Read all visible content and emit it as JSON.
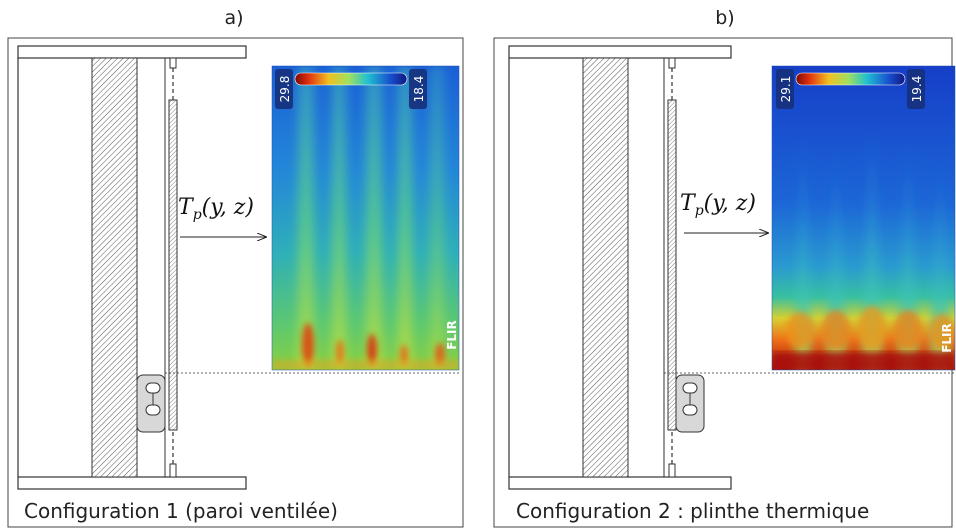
{
  "panels": [
    {
      "letter": "a)",
      "caption": "Configuration 1 (paroi ventilée)",
      "annotation": {
        "symbol": "T",
        "subscript": "p",
        "args": "(y, z)"
      },
      "colorbar": {
        "max": "29.8",
        "min": "18.4"
      },
      "brand": "FLIR",
      "thermal_pattern": "streaks-hot-bottom-spots"
    },
    {
      "letter": "b)",
      "caption": "Configuration 2 : plinthe thermique",
      "annotation": {
        "symbol": "T",
        "subscript": "p",
        "args": "(y, z)"
      },
      "colorbar": {
        "max": "29.1",
        "min": "19.4"
      },
      "brand": "FLIR",
      "thermal_pattern": "plumes-hot-bottom-band"
    }
  ],
  "colors": {
    "thermal_cold": "#1432c8",
    "thermal_mid": "#22b4c8",
    "thermal_warm": "#f0d020",
    "thermal_hot": "#c01808"
  }
}
